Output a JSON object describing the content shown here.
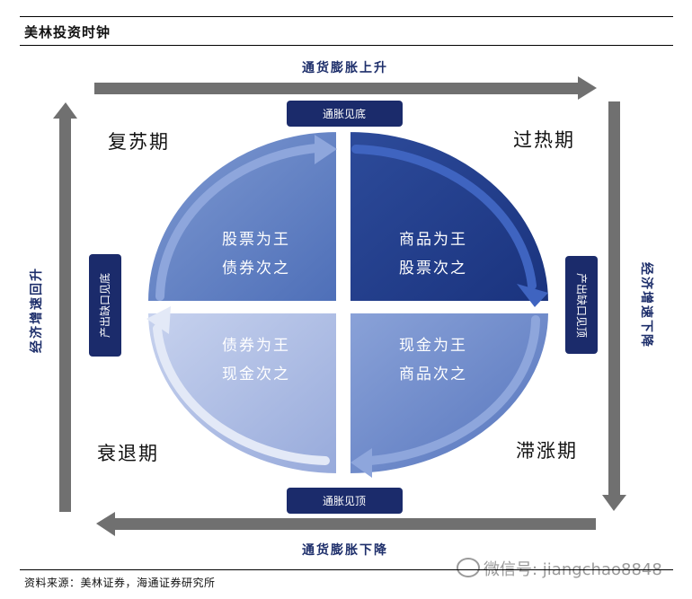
{
  "header": {
    "title": "美林投资时钟"
  },
  "footer": {
    "source": "资料来源：美林证券，海通证券研究所",
    "watermark": "微信号: jiangchao8848"
  },
  "diagram": {
    "phases": {
      "recovery": "复苏期",
      "overheat": "过热期",
      "recession": "衰退期",
      "stagflation": "滞涨期"
    },
    "quadrants": {
      "top_left": [
        "股票为王",
        "债券次之"
      ],
      "top_right": [
        "商品为王",
        "股票次之"
      ],
      "bottom_left": [
        "债券为王",
        "现金次之"
      ],
      "bottom_right": [
        "现金为王",
        "商品次之"
      ]
    },
    "arrows": {
      "top": "通货膨胀上升",
      "bottom": "通货膨胀下降",
      "left": "经济增速回升",
      "right": "经济增速下降"
    },
    "badges": {
      "top": "通胀见底",
      "bottom": "通胀见顶",
      "left": "产出缺口见底",
      "right": "产出缺口见顶"
    },
    "colors": {
      "arrow_gray": "#707070",
      "badge_navy": "#1b2b6b",
      "top_left": "#5f7fc4",
      "top_right": "#223e8e",
      "bottom_left": "#aebde3",
      "bottom_right": "#6f8ccc"
    }
  }
}
